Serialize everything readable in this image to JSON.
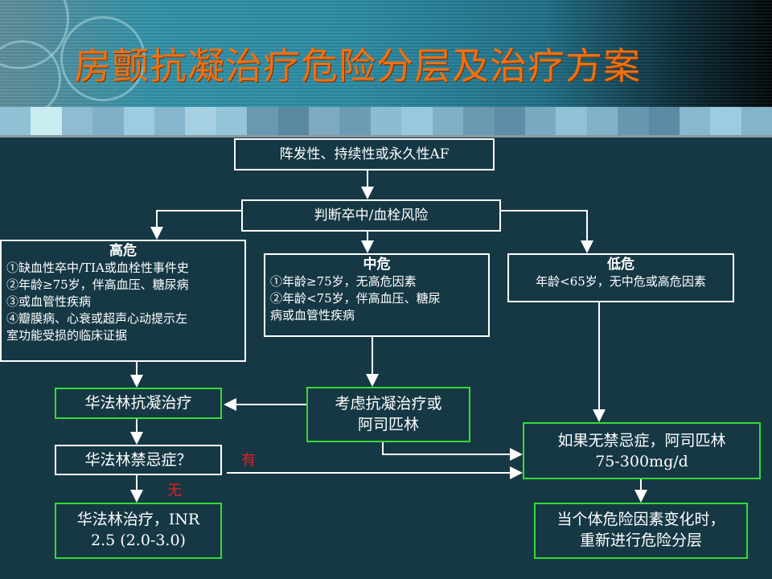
{
  "title": "房颤抗凝治疗危险分层及治疗方案",
  "nodes": {
    "start": "阵发性、持续性或永久性AF",
    "assess": "判断卒中/血栓风险",
    "high": {
      "heading": "高危",
      "lines": [
        "①缺血性卒中/TIA或血栓性事件史",
        "②年龄≥75岁，伴高血压、糖尿病",
        "③或血管性疾病",
        "④瓣膜病、心衰或超声心动提示左",
        "室功能受损的临床证据"
      ]
    },
    "mid": {
      "heading": "中危",
      "lines": [
        "①年龄≥75岁，无高危因素",
        "②年龄<75岁，伴高血压、糖尿",
        "病或血管性疾病"
      ]
    },
    "low": {
      "heading": "低危",
      "lines": [
        "年龄<65岁，无中危或高危因素"
      ]
    },
    "warfarin_anticoag": "华法林抗凝治疗",
    "consider": [
      "考虑抗凝治疗或",
      "阿司匹林"
    ],
    "contraindication": "华法林禁忌症？",
    "warfarin_inr": [
      "华法林治疗，INR",
      "2.5 (2.0-3.0)"
    ],
    "aspirin": [
      "如果无禁忌症，阿司匹林",
      "75-300mg/d"
    ],
    "restratify": [
      "当个体危险因素变化时，",
      "重新进行危险分层"
    ]
  },
  "edge_labels": {
    "yes": "有",
    "no": "无"
  },
  "colors": {
    "title": "#f07010",
    "background": "#163845",
    "green_border": "#33dd33",
    "label_red": "#e02020"
  }
}
